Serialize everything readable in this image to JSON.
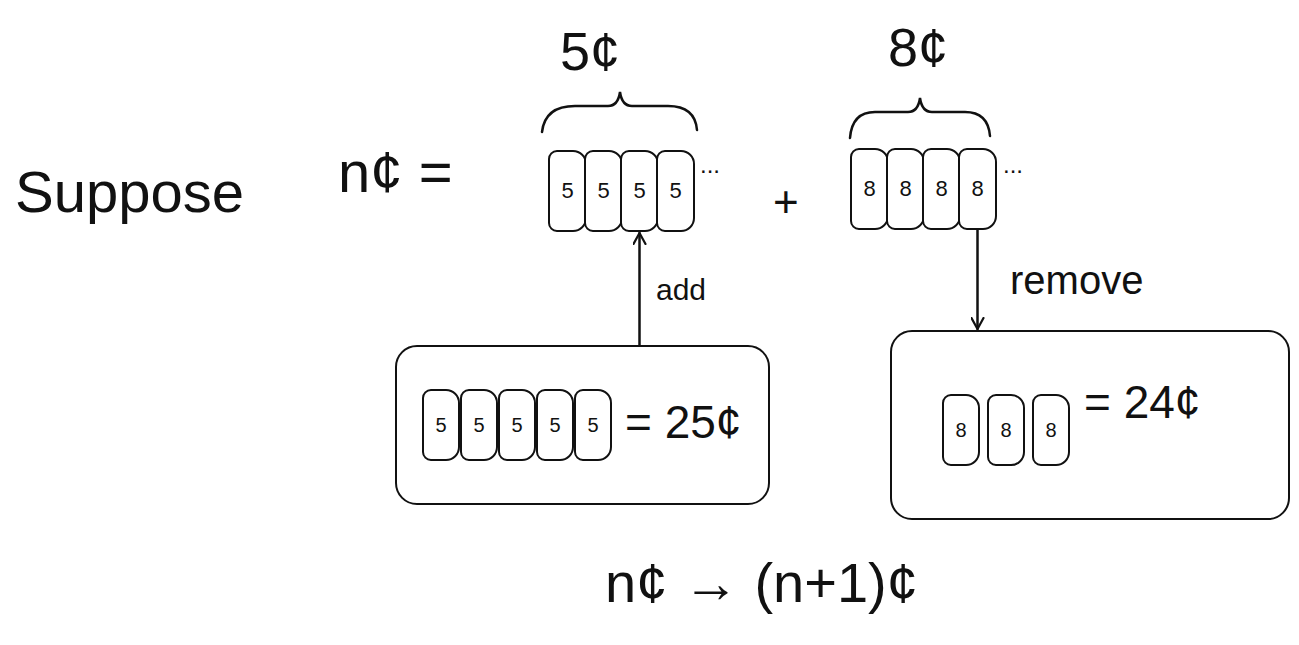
{
  "diagram": {
    "nodes": [
      {
        "text": [
          "5"
        ]
      },
      {
        "text": [
          "5"
        ]
      },
      {
        "text": [
          "5"
        ]
      },
      {
        "text": [
          "5"
        ]
      },
      {
        "text": [
          "8"
        ]
      },
      {
        "text": [
          "8"
        ]
      },
      {
        "text": [
          "8"
        ]
      },
      {
        "text": [
          "8"
        ]
      },
      {
        "text": [
          "= 25¢"
        ]
      },
      {
        "text": [
          "5"
        ],
        "in": 8
      },
      {
        "text": [
          "5"
        ],
        "in": 8
      },
      {
        "text": [
          "5"
        ],
        "in": 8
      },
      {
        "text": [
          "5"
        ],
        "in": 8
      },
      {
        "text": [
          "5"
        ],
        "in": 8
      },
      {
        "text": [
          "= 24¢"
        ]
      },
      {
        "text": [
          "8"
        ],
        "in": 14
      },
      {
        "text": [
          "8"
        ],
        "in": 14
      },
      {
        "text": [
          "8"
        ],
        "in": 14
      }
    ],
    "edges": [
      {
        "from": 8,
        "to": 2,
        "arrow": "to",
        "label": "add"
      },
      {
        "from": 7,
        "to": 14,
        "arrow": "to",
        "label": "remove"
      }
    ],
    "labels": [
      "Suppose",
      "n¢ =",
      "5¢",
      "8¢",
      "...",
      "+",
      "...",
      "n¢ → (n+1)¢"
    ]
  }
}
